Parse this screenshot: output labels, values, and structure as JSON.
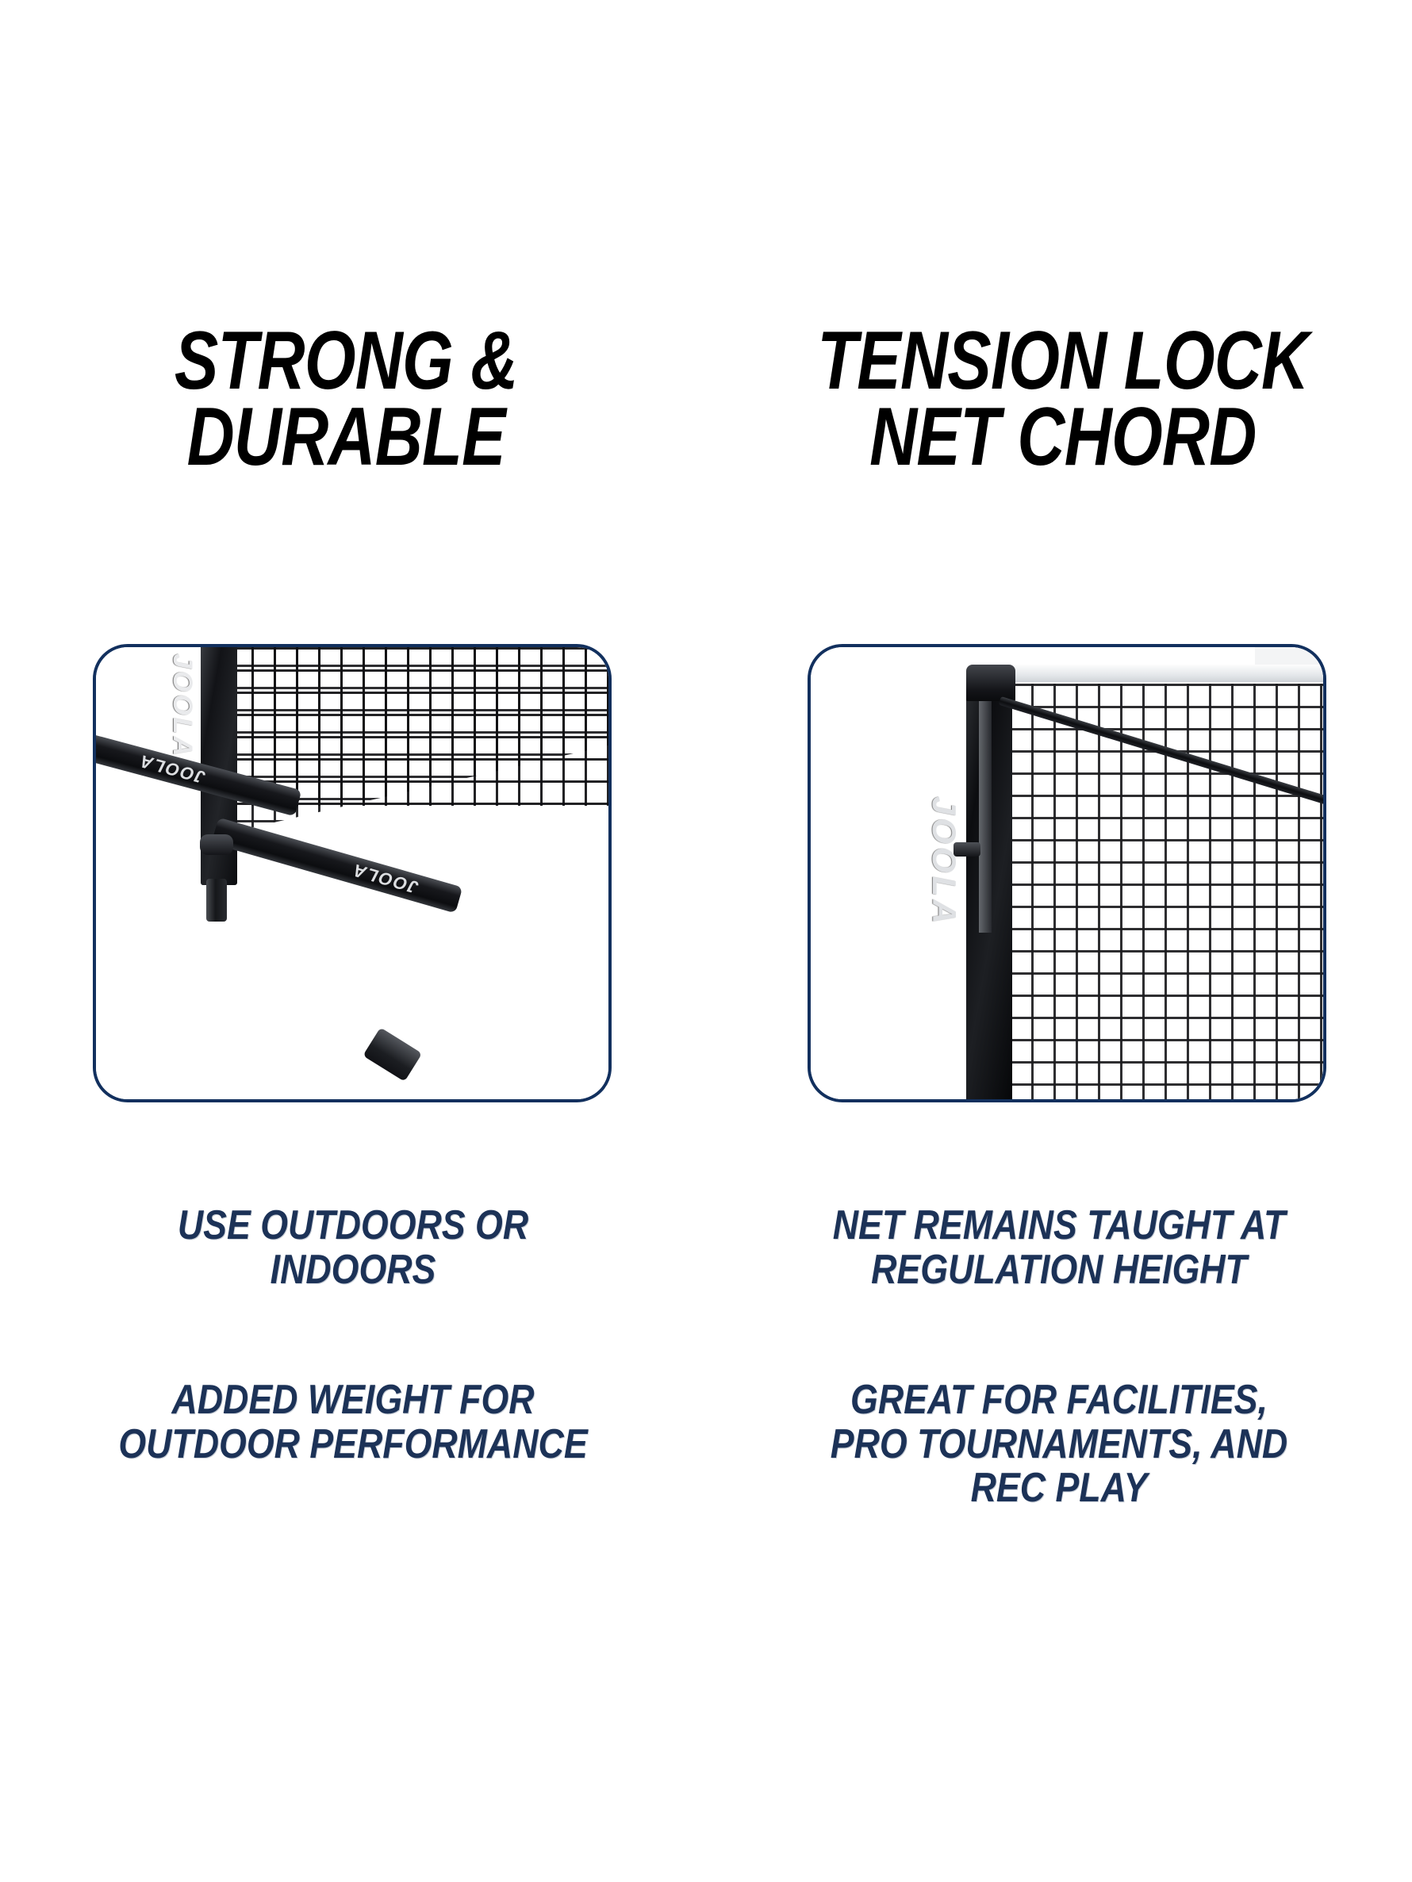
{
  "page": {
    "background_color": "#ffffff",
    "navy_color": "#1c3257",
    "border_color": "#12305e",
    "heading_color": "#000000"
  },
  "columns": [
    {
      "heading": "STRONG &\nDURABLE",
      "photo": {
        "alt_name": "pickleball-net-post-and-base-photo",
        "brand_text": "JOOLA",
        "foot_brand_left": "JOOLA",
        "foot_brand_right": "JOOLA"
      },
      "captions": [
        "USE OUTDOORS OR\nINDOORS",
        "ADDED WEIGHT FOR\nOUTDOOR PERFORMANCE"
      ]
    },
    {
      "heading": "TENSION LOCK\nNET CHORD",
      "photo": {
        "alt_name": "tension-lock-net-chord-photo",
        "brand_text": "JOOLA"
      },
      "captions": [
        "NET REMAINS TAUGHT AT\nREGULATION HEIGHT",
        "GREAT FOR FACILITIES,\nPRO TOURNAMENTS, AND\nREC PLAY"
      ]
    }
  ]
}
